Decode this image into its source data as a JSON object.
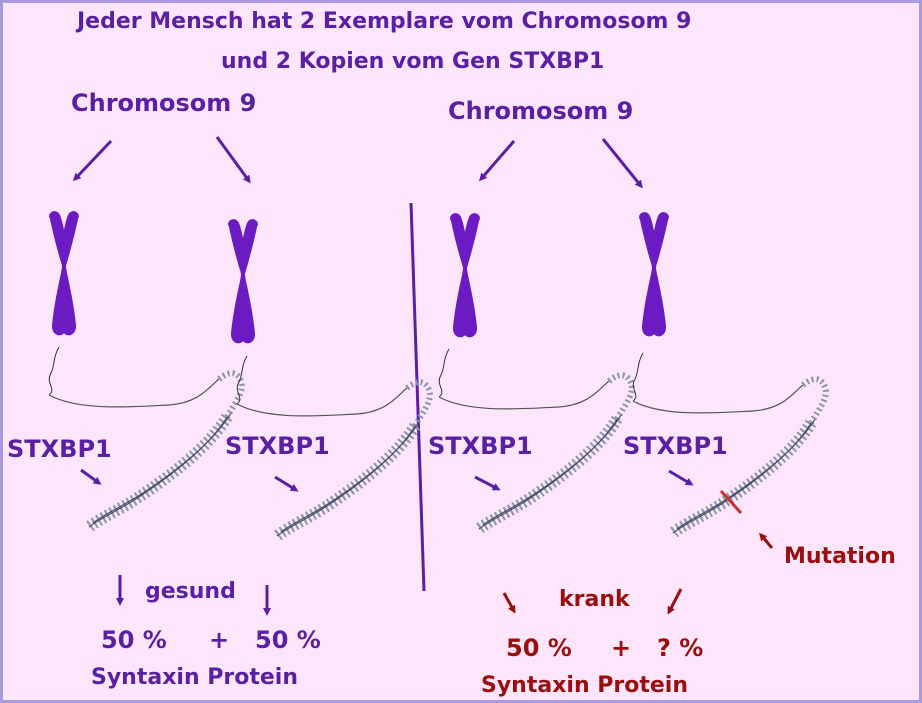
{
  "title": {
    "line1": "Jeder Mensch hat 2 Exemplare vom Chromosom 9",
    "line2": "und 2 Kopien vom Gen STXBP1"
  },
  "left": {
    "chromosome_label": "Chromosom 9",
    "gene_label_a": "STXBP1",
    "gene_label_b": "STXBP1",
    "status": "gesund",
    "percent_a": "50 %",
    "plus": "+",
    "percent_b": "50 %",
    "protein": "Syntaxin Protein"
  },
  "right": {
    "chromosome_label": "Chromosom 9",
    "gene_label_a": "STXBP1",
    "gene_label_b": "STXBP1",
    "mutation": "Mutation",
    "status": "krank",
    "percent_a": "50 %",
    "plus": "+",
    "percent_b": "? %",
    "protein": "Syntaxin Protein"
  },
  "colors": {
    "background": "#fde6fb",
    "border": "#a99be0",
    "purple": "#5b1fa4",
    "chromosome": "#6a1cc2",
    "dark_red": "#9a0e0e",
    "dna_strand": "#8a96a8",
    "mutation_mark": "#c83030"
  }
}
